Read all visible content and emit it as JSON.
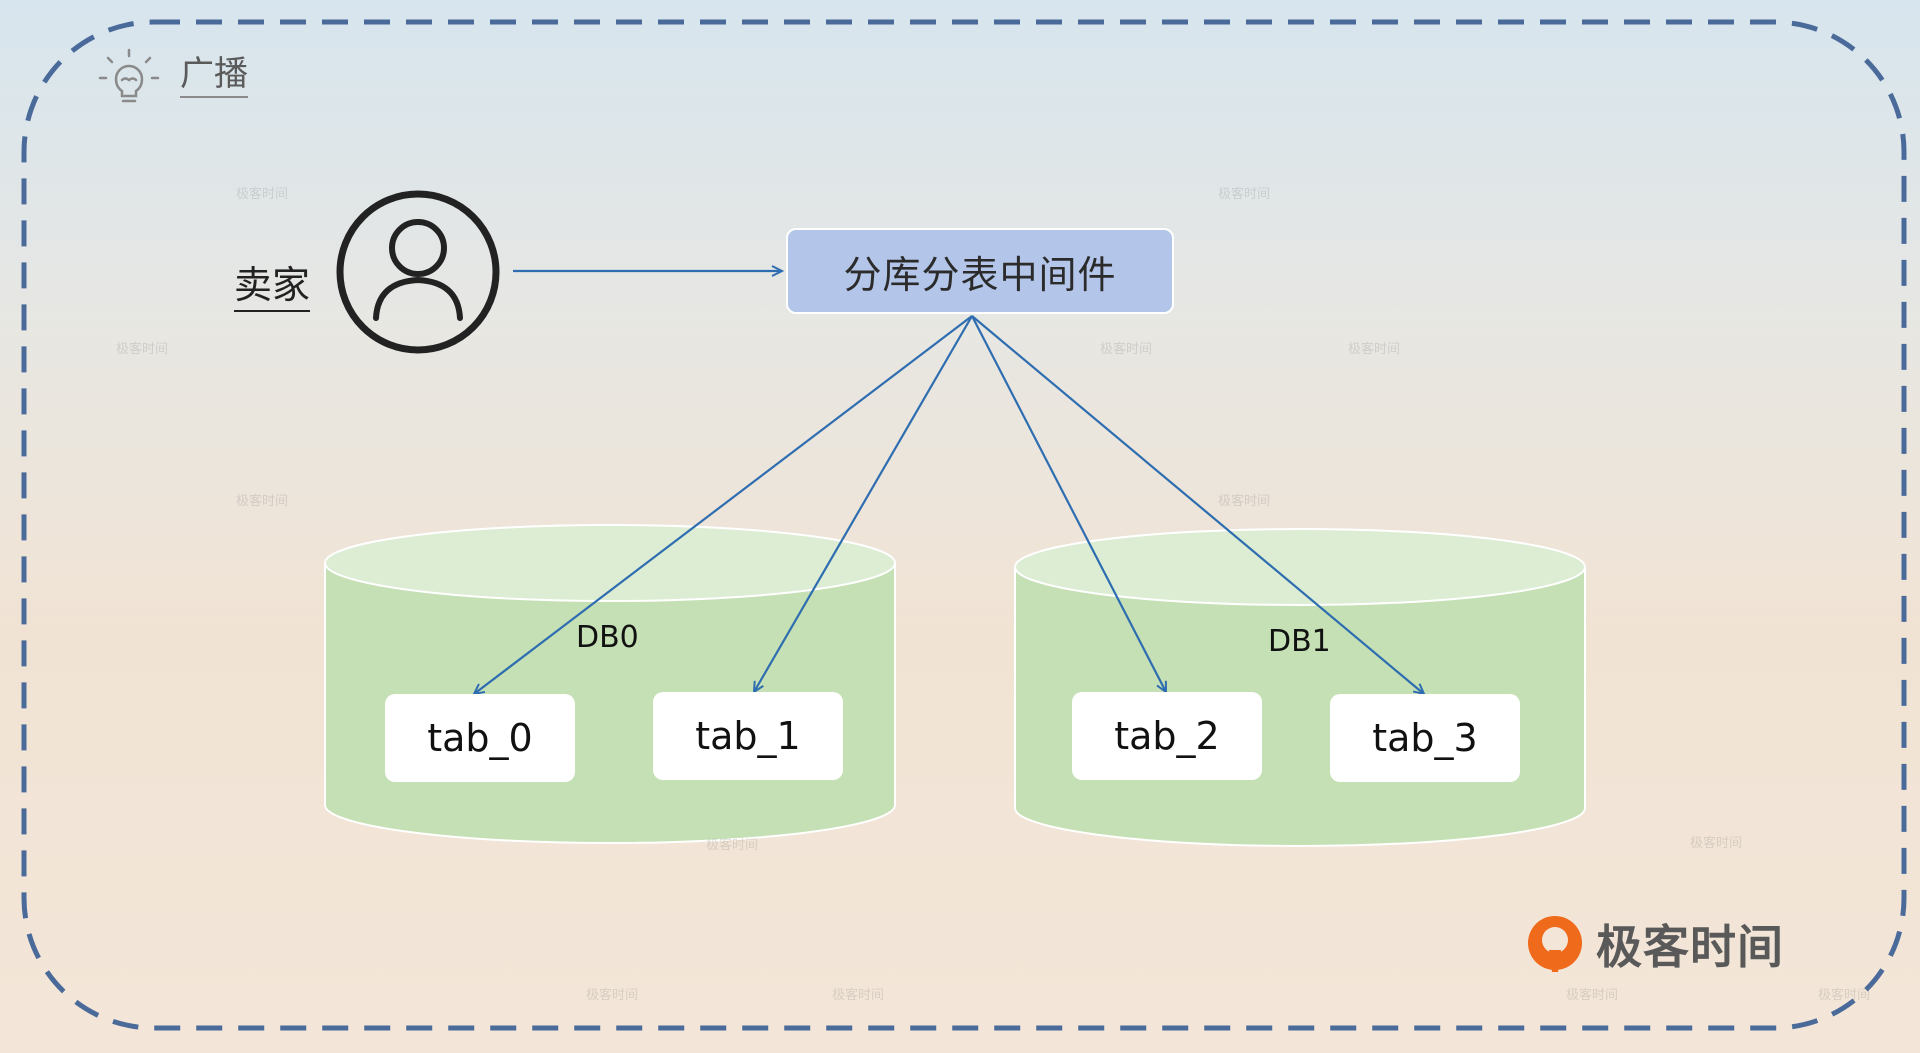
{
  "header": {
    "title": "广播",
    "icon": "lightbulb-icon"
  },
  "seller": {
    "label": "卖家",
    "icon": "user-icon"
  },
  "middleware": {
    "label": "分库分表中间件"
  },
  "databases": [
    {
      "label": "DB0",
      "tables": [
        "tab_0",
        "tab_1"
      ]
    },
    {
      "label": "DB1",
      "tables": [
        "tab_2",
        "tab_3"
      ]
    }
  ],
  "brand": {
    "name": "极客时间",
    "icon": "geektime-logo-icon"
  },
  "watermark": "极客时间",
  "colors": {
    "border_dashed": "#4a6a9a",
    "middleware_fill": "#b3c5e8",
    "db_fill": "#c5e0b4",
    "db_top": "#dcedd4",
    "arrow": "#2e6db0",
    "brand_orange": "#f06a1c"
  }
}
